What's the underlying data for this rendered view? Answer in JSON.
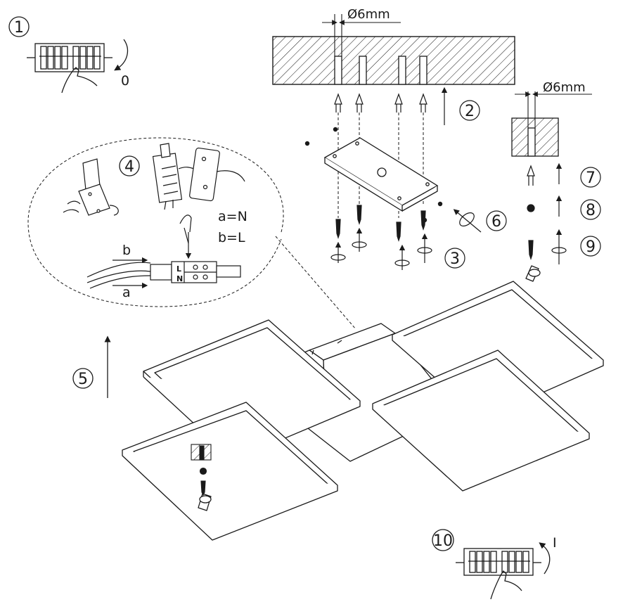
{
  "steps": {
    "s1": "1",
    "s2": "2",
    "s3": "3",
    "s4": "4",
    "s5": "5",
    "s6": "6",
    "s7": "7",
    "s8": "8",
    "s9": "9",
    "s10": "10"
  },
  "labels": {
    "switch_off": "0",
    "switch_on": "I",
    "drill_dia_top": "Ø6mm",
    "drill_dia_right": "Ø6mm",
    "wire_a": "a",
    "wire_b": "b",
    "legend_a": "a=N",
    "legend_b": "b=L",
    "terminal_l": "L",
    "terminal_n": "N"
  },
  "colors": {
    "ink": "#1a1a1a",
    "paper": "#ffffff"
  }
}
